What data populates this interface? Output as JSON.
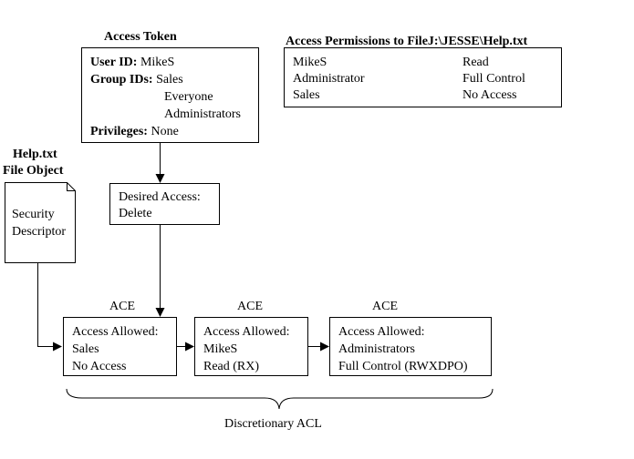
{
  "access_token": {
    "title": "Access Token",
    "user_id_label": "User ID:",
    "user_id_value": "MikeS",
    "group_ids_label": "Group IDs:",
    "group_ids": [
      "Sales",
      "Everyone",
      "Administrators"
    ],
    "privileges_label": "Privileges:",
    "privileges_value": "None"
  },
  "permissions": {
    "title": "Access Permissions to FileJ:\\JESSE\\Help.txt",
    "rows": [
      {
        "principal": "MikeS",
        "permission": "Read"
      },
      {
        "principal": "Administrator",
        "permission": "Full Control"
      },
      {
        "principal": "Sales",
        "permission": "No Access"
      }
    ]
  },
  "file_object": {
    "title_line1": "Help.txt",
    "title_line2": "File Object",
    "descriptor_line1": "Security",
    "descriptor_line2": "Descriptor"
  },
  "desired_access": {
    "line1": "Desired Access:",
    "line2": "Delete"
  },
  "aces": [
    {
      "label": "ACE",
      "line1": "Access Allowed:",
      "line2": "Sales",
      "line3": "No Access"
    },
    {
      "label": "ACE",
      "line1": "Access Allowed:",
      "line2": "MikeS",
      "line3": "Read (RX)"
    },
    {
      "label": "ACE",
      "line1": "Access Allowed:",
      "line2": "Administrators",
      "line3": "Full Control (RWXDPO)"
    }
  ],
  "dacl_label": "Discretionary ACL"
}
